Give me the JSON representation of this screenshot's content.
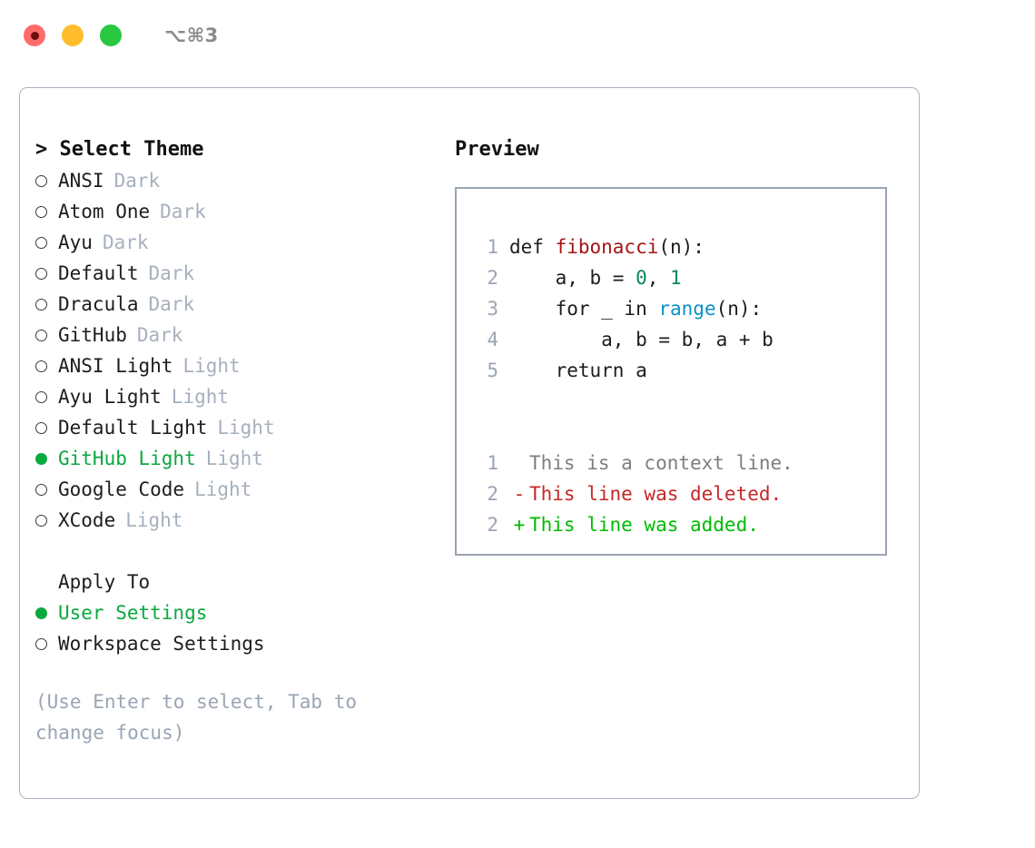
{
  "titlebar": {
    "shortcut": "⌥⌘3",
    "lights": [
      {
        "name": "close",
        "color": "#ff6b6b"
      },
      {
        "name": "minimize",
        "color": "#ffbd2e"
      },
      {
        "name": "maximize",
        "color": "#28c840"
      }
    ]
  },
  "theme_picker": {
    "caret": ">",
    "header": "Select Theme",
    "items": [
      {
        "label": "ANSI",
        "tag": "Dark",
        "selected": false
      },
      {
        "label": "Atom One",
        "tag": "Dark",
        "selected": false
      },
      {
        "label": "Ayu",
        "tag": "Dark",
        "selected": false
      },
      {
        "label": "Default",
        "tag": "Dark",
        "selected": false
      },
      {
        "label": "Dracula",
        "tag": "Dark",
        "selected": false
      },
      {
        "label": "GitHub",
        "tag": "Dark",
        "selected": false
      },
      {
        "label": "ANSI Light",
        "tag": "Light",
        "selected": false
      },
      {
        "label": "Ayu Light",
        "tag": "Light",
        "selected": false
      },
      {
        "label": "Default Light",
        "tag": "Light",
        "selected": false
      },
      {
        "label": "GitHub Light",
        "tag": "Light",
        "selected": true
      },
      {
        "label": "Google Code",
        "tag": "Light",
        "selected": false
      },
      {
        "label": "XCode",
        "tag": "Light",
        "selected": false
      }
    ]
  },
  "apply_to": {
    "header": "Apply To",
    "items": [
      {
        "label": "User Settings",
        "selected": true
      },
      {
        "label": "Workspace Settings",
        "selected": false
      }
    ]
  },
  "hint": "(Use Enter to select, Tab to change focus)",
  "preview": {
    "title": "Preview",
    "code_lines": [
      {
        "no": "1",
        "segments": [
          {
            "text": "def ",
            "type": "plain"
          },
          {
            "text": "fibonacci",
            "type": "fn"
          },
          {
            "text": "(n):",
            "type": "plain"
          }
        ]
      },
      {
        "no": "2",
        "segments": [
          {
            "text": "    a, b = ",
            "type": "plain"
          },
          {
            "text": "0",
            "type": "num"
          },
          {
            "text": ", ",
            "type": "plain"
          },
          {
            "text": "1",
            "type": "num"
          }
        ]
      },
      {
        "no": "3",
        "segments": [
          {
            "text": "    for _ in ",
            "type": "plain"
          },
          {
            "text": "range",
            "type": "call"
          },
          {
            "text": "(n):",
            "type": "plain"
          }
        ]
      },
      {
        "no": "4",
        "segments": [
          {
            "text": "        a, b = b, a + b",
            "type": "plain"
          }
        ]
      },
      {
        "no": "5",
        "segments": [
          {
            "text": "    return a",
            "type": "plain"
          }
        ]
      }
    ],
    "diff_lines": [
      {
        "no": "1",
        "sign": " ",
        "text": "This is a context line.",
        "kind": "context"
      },
      {
        "no": "2",
        "sign": "-",
        "text": "This line was deleted.",
        "kind": "deleted"
      },
      {
        "no": "2",
        "sign": "+",
        "text": "This line was added.",
        "kind": "added"
      }
    ]
  },
  "colors": {
    "accent_green": "#0aa83f",
    "muted": "#a6b0bd",
    "hint": "#9aa5b4",
    "border": "#aab4c2",
    "preview_border": "#9aa5b4",
    "syntax_function": "#a31515",
    "syntax_number": "#098658",
    "syntax_call": "#0b8fc7",
    "diff_deleted": "#c62828",
    "diff_added": "#00bb00",
    "diff_context": "#7e7e7e"
  }
}
